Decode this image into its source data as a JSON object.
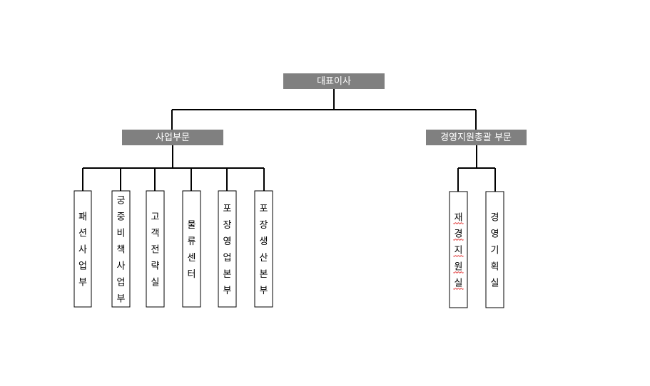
{
  "chart": {
    "root": {
      "label": "대표이사",
      "children": [
        {
          "label": "사업부문",
          "children": [
            {
              "label": "패션사업부"
            },
            {
              "label": "궁중비책사업부"
            },
            {
              "label": "고객전략실"
            },
            {
              "label": "물류센터"
            },
            {
              "label": "포장영업본부"
            },
            {
              "label": "포장생산본부"
            }
          ]
        },
        {
          "label": "경영지원총괄 부문",
          "children": [
            {
              "label": "재경지원실",
              "spellcheck_underline": true
            },
            {
              "label": "경영기획실"
            }
          ]
        }
      ]
    }
  },
  "colors": {
    "header_fill": "#808080",
    "header_text": "#ffffff",
    "line": "#000000",
    "box_border": "#000000",
    "spellcheck": "#e03030"
  }
}
